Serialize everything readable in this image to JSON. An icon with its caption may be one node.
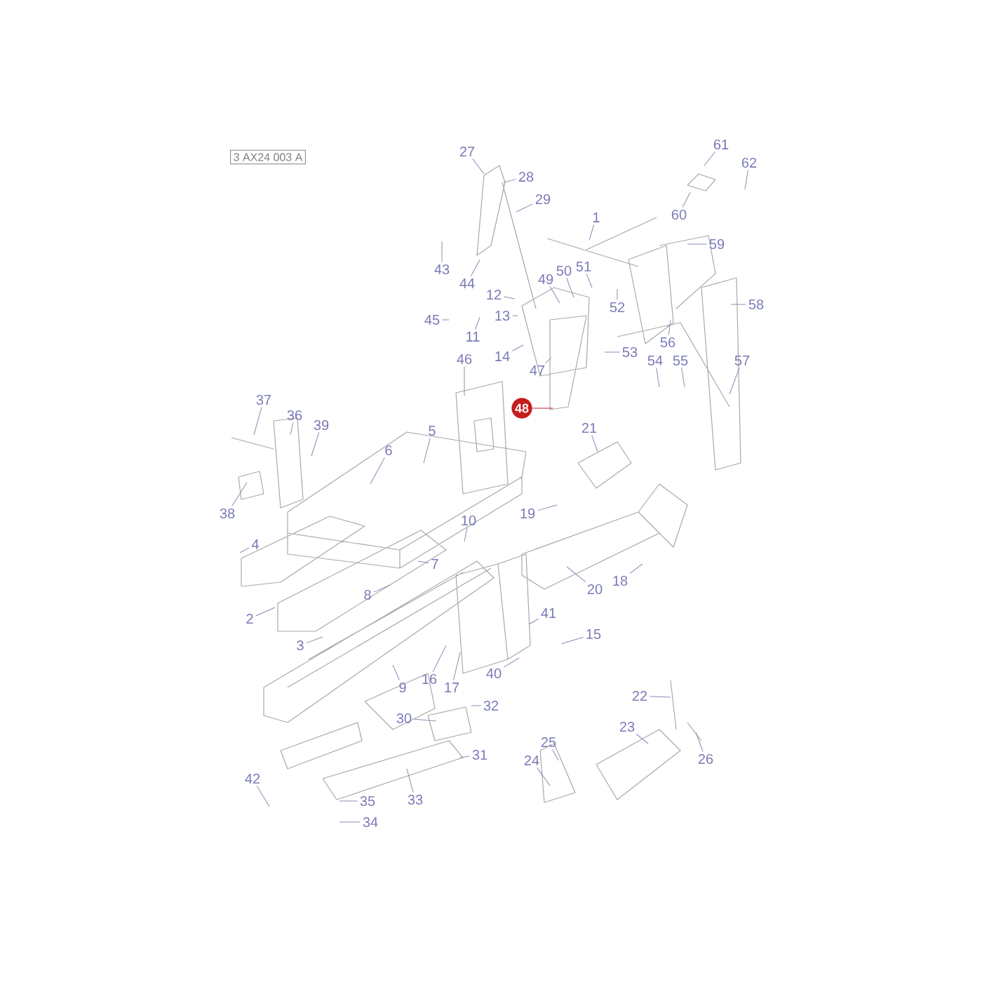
{
  "diagram": {
    "nodes": [
      {
        "text": [
          "3 AX24 003 A"
        ]
      },
      {
        "text": [
          "1"
        ]
      },
      {
        "text": [
          "2"
        ]
      },
      {
        "text": [
          "3"
        ]
      },
      {
        "text": [
          "4"
        ]
      },
      {
        "text": [
          "5"
        ]
      },
      {
        "text": [
          "6"
        ]
      },
      {
        "text": [
          "7"
        ]
      },
      {
        "text": [
          "8"
        ]
      },
      {
        "text": [
          "9"
        ]
      },
      {
        "text": [
          "10"
        ]
      },
      {
        "text": [
          "11"
        ]
      },
      {
        "text": [
          "12"
        ]
      },
      {
        "text": [
          "13"
        ]
      },
      {
        "text": [
          "14"
        ]
      },
      {
        "text": [
          "15"
        ]
      },
      {
        "text": [
          "16"
        ]
      },
      {
        "text": [
          "17"
        ]
      },
      {
        "text": [
          "18"
        ]
      },
      {
        "text": [
          "19"
        ]
      },
      {
        "text": [
          "20"
        ]
      },
      {
        "text": [
          "21"
        ]
      },
      {
        "text": [
          "22"
        ]
      },
      {
        "text": [
          "23"
        ]
      },
      {
        "text": [
          "24"
        ]
      },
      {
        "text": [
          "25"
        ]
      },
      {
        "text": [
          "26"
        ]
      },
      {
        "text": [
          "27"
        ]
      },
      {
        "text": [
          "28"
        ]
      },
      {
        "text": [
          "29"
        ]
      },
      {
        "text": [
          "30"
        ]
      },
      {
        "text": [
          "31"
        ]
      },
      {
        "text": [
          "32"
        ]
      },
      {
        "text": [
          "33"
        ]
      },
      {
        "text": [
          "34"
        ]
      },
      {
        "text": [
          "35"
        ]
      },
      {
        "text": [
          "36"
        ]
      },
      {
        "text": [
          "37"
        ]
      },
      {
        "text": [
          "38"
        ]
      },
      {
        "text": [
          "39"
        ]
      },
      {
        "text": [
          "40"
        ]
      },
      {
        "text": [
          "41"
        ]
      },
      {
        "text": [
          "42"
        ]
      },
      {
        "text": [
          "43"
        ]
      },
      {
        "text": [
          "44"
        ]
      },
      {
        "text": [
          "45"
        ]
      },
      {
        "text": [
          "46"
        ]
      },
      {
        "text": [
          "47"
        ]
      },
      {
        "text": [
          "48"
        ]
      },
      {
        "text": [
          "49"
        ]
      },
      {
        "text": [
          "50"
        ]
      },
      {
        "text": [
          "51"
        ]
      },
      {
        "text": [
          "52"
        ]
      },
      {
        "text": [
          "53"
        ]
      },
      {
        "text": [
          "54"
        ]
      },
      {
        "text": [
          "55"
        ]
      },
      {
        "text": [
          "56"
        ]
      },
      {
        "text": [
          "57"
        ]
      },
      {
        "text": [
          "58"
        ]
      },
      {
        "text": [
          "59"
        ]
      },
      {
        "text": [
          "60"
        ]
      },
      {
        "text": [
          "61"
        ]
      },
      {
        "text": [
          "62"
        ]
      }
    ],
    "edges": [
      {
        "from": 1,
        "to": null,
        "arrow": "none"
      },
      {
        "from": 2,
        "to": null,
        "arrow": "none"
      },
      {
        "from": 3,
        "to": null,
        "arrow": "none"
      },
      {
        "from": 4,
        "to": null,
        "arrow": "none"
      },
      {
        "from": 5,
        "to": null,
        "arrow": "none"
      },
      {
        "from": 6,
        "to": null,
        "arrow": "none"
      },
      {
        "from": 7,
        "to": null,
        "arrow": "none"
      },
      {
        "from": 8,
        "to": null,
        "arrow": "none"
      },
      {
        "from": 9,
        "to": null,
        "arrow": "none"
      },
      {
        "from": 10,
        "to": null,
        "arrow": "none"
      },
      {
        "from": 11,
        "to": null,
        "arrow": "none"
      },
      {
        "from": 12,
        "to": null,
        "arrow": "none"
      },
      {
        "from": 13,
        "to": null,
        "arrow": "none"
      },
      {
        "from": 14,
        "to": null,
        "arrow": "none"
      },
      {
        "from": 15,
        "to": null,
        "arrow": "none"
      },
      {
        "from": 16,
        "to": null,
        "arrow": "none"
      },
      {
        "from": 17,
        "to": null,
        "arrow": "none"
      },
      {
        "from": 18,
        "to": null,
        "arrow": "none"
      },
      {
        "from": 19,
        "to": null,
        "arrow": "none"
      },
      {
        "from": 20,
        "to": null,
        "arrow": "none"
      },
      {
        "from": 21,
        "to": null,
        "arrow": "none"
      },
      {
        "from": 22,
        "to": null,
        "arrow": "none"
      },
      {
        "from": 23,
        "to": null,
        "arrow": "none"
      },
      {
        "from": 24,
        "to": null,
        "arrow": "none"
      },
      {
        "from": 25,
        "to": null,
        "arrow": "none"
      },
      {
        "from": 26,
        "to": null,
        "arrow": "none"
      },
      {
        "from": 27,
        "to": null,
        "arrow": "none"
      },
      {
        "from": 28,
        "to": null,
        "arrow": "none"
      },
      {
        "from": 29,
        "to": null,
        "arrow": "none"
      },
      {
        "from": 30,
        "to": null,
        "arrow": "none"
      },
      {
        "from": 31,
        "to": null,
        "arrow": "none"
      },
      {
        "from": 32,
        "to": null,
        "arrow": "none"
      },
      {
        "from": 33,
        "to": null,
        "arrow": "none"
      },
      {
        "from": 34,
        "to": null,
        "arrow": "none"
      },
      {
        "from": 35,
        "to": null,
        "arrow": "none"
      },
      {
        "from": 36,
        "to": null,
        "arrow": "none"
      },
      {
        "from": 37,
        "to": null,
        "arrow": "none"
      },
      {
        "from": 38,
        "to": null,
        "arrow": "none"
      },
      {
        "from": 39,
        "to": null,
        "arrow": "none"
      },
      {
        "from": 40,
        "to": null,
        "arrow": "none"
      },
      {
        "from": 41,
        "to": null,
        "arrow": "none"
      },
      {
        "from": 42,
        "to": null,
        "arrow": "none"
      },
      {
        "from": 43,
        "to": null,
        "arrow": "none"
      },
      {
        "from": 44,
        "to": null,
        "arrow": "none"
      },
      {
        "from": 45,
        "to": null,
        "arrow": "none"
      },
      {
        "from": 46,
        "to": null,
        "arrow": "none"
      },
      {
        "from": 47,
        "to": null,
        "arrow": "none"
      },
      {
        "from": 48,
        "to": null,
        "arrow": "none",
        "color": "#c41e1e"
      },
      {
        "from": 49,
        "to": null,
        "arrow": "none"
      },
      {
        "from": 50,
        "to": null,
        "arrow": "none"
      },
      {
        "from": 51,
        "to": null,
        "arrow": "none"
      },
      {
        "from": 52,
        "to": null,
        "arrow": "none"
      },
      {
        "from": 53,
        "to": null,
        "arrow": "none"
      },
      {
        "from": 54,
        "to": null,
        "arrow": "none"
      },
      {
        "from": 55,
        "to": null,
        "arrow": "none"
      },
      {
        "from": 56,
        "to": null,
        "arrow": "none"
      },
      {
        "from": 57,
        "to": null,
        "arrow": "none"
      },
      {
        "from": 58,
        "to": null,
        "arrow": "none"
      },
      {
        "from": 59,
        "to": null,
        "arrow": "none"
      },
      {
        "from": 60,
        "to": null,
        "arrow": "none"
      },
      {
        "from": 61,
        "to": null,
        "arrow": "none"
      },
      {
        "from": 62,
        "to": null,
        "arrow": "none"
      }
    ]
  }
}
